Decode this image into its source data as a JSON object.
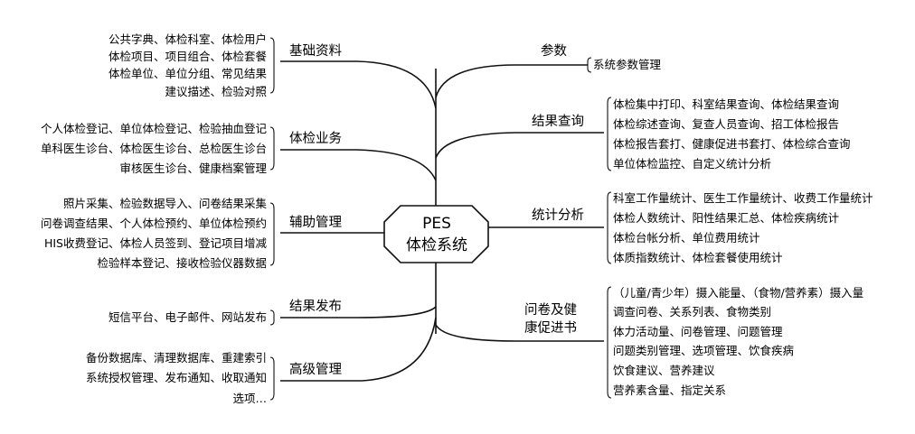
{
  "center": {
    "line1": "PES",
    "line2": "体检系统"
  },
  "left_branches": [
    {
      "title": "基础资料",
      "items": [
        "公共字典、体检科室、体检用户",
        "体检项目、项目组合、体检套餐",
        "体检单位、单位分组、常见结果",
        "建议描述、检验对照"
      ]
    },
    {
      "title": "体检业务",
      "items": [
        "个人体检登记、单位体检登记、检验抽血登记",
        "单科医生诊台、体检医生诊台、总检医生诊台",
        "审核医生诊台、健康档案管理"
      ]
    },
    {
      "title": "辅助管理",
      "items": [
        "照片采集、检验数据导入、问卷结果采集",
        "问卷调查结果、个人体检预约、单位体检预约",
        "HIS收费登记、体检人员签到、登记项目增减",
        "检验样本登记、接收检验仪器数据"
      ]
    },
    {
      "title": "结果发布",
      "items": [
        "短信平台、电子邮件、网站发布"
      ]
    },
    {
      "title": "高级管理",
      "items": [
        "备份数据库、清理数据库、重建索引",
        "系统授权管理、发布通知、收取通知",
        "选项…"
      ]
    }
  ],
  "right_branches": [
    {
      "title": "参数",
      "items": [
        "系统参数管理"
      ]
    },
    {
      "title": "结果查询",
      "items": [
        "体检集中打印、科室结果查询、体检结果查询",
        "体检综述查询、复查人员查询、招工体检报告",
        "体检报告套打、健康促进书套打、体检综合查询",
        "单位体检监控、自定义统计分析"
      ]
    },
    {
      "title": "统计分析",
      "items": [
        "科室工作量统计、医生工作量统计、收费工作量统计",
        "体检人数统计、阳性结果汇总、体检疾病统计",
        "体检台帐分析、单位费用统计",
        "体质指数统计、体检套餐使用统计"
      ]
    },
    {
      "title": "问卷及健康促进书",
      "title_lines": [
        "问卷及健",
        "康促进书"
      ],
      "items": [
        "（儿童/青少年）摄入能量、（食物/营养素）摄入量",
        "调查问卷、关系列表、食物类别",
        "体力活动量、问卷管理、问题管理",
        "问题类别管理、选项管理、饮食疾病",
        "饮食建议、营养建议",
        "营养素含量、指定关系"
      ]
    }
  ]
}
